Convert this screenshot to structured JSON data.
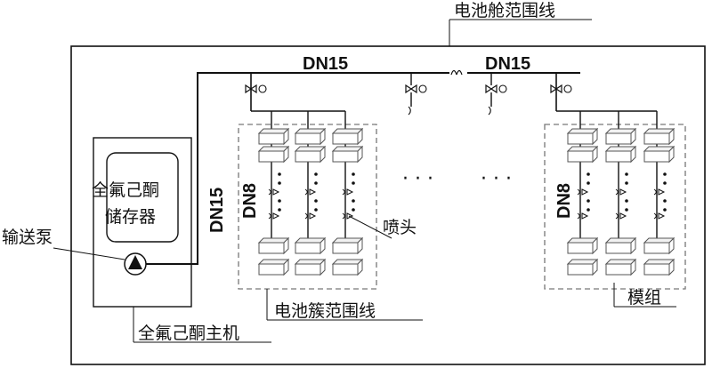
{
  "labels": {
    "battery_compartment": "电池舱范围线",
    "storage_line1": "全氟己酮",
    "storage_line2": "储存器",
    "pump": "输送泵",
    "main_unit": "全氟己酮主机",
    "cluster_boundary": "电池簇范围线",
    "nozzle": "喷头",
    "module": "模组",
    "ellipsis": "· · ·"
  },
  "pipes": {
    "main_left": "DN15",
    "main_right": "DN15",
    "riser": "DN15",
    "branch_left": "DN8",
    "branch_right": "DN8"
  }
}
